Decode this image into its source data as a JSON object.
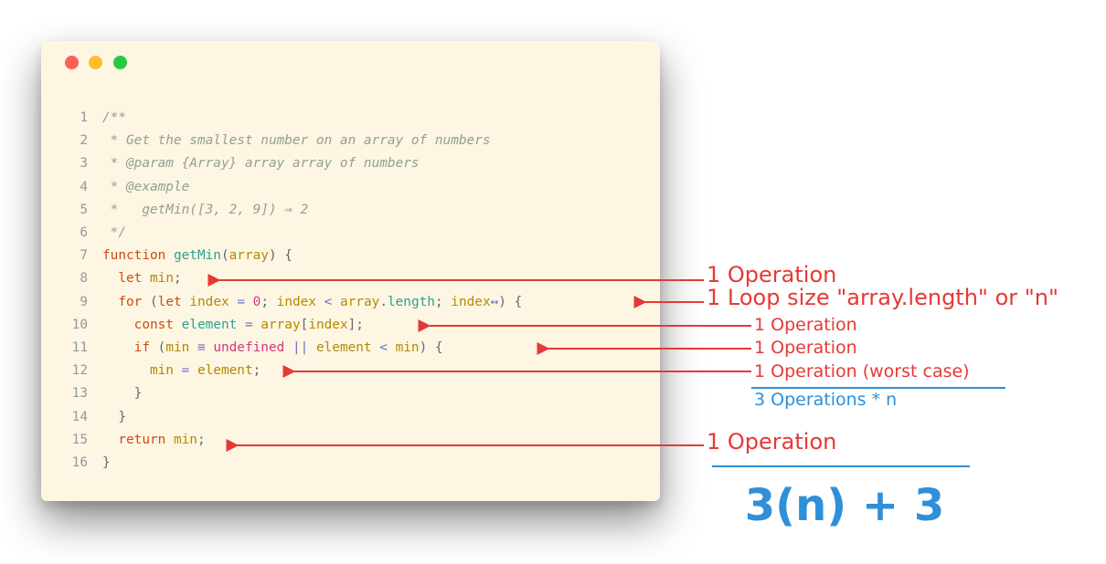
{
  "window_controls": [
    "close",
    "minimize",
    "maximize"
  ],
  "code_lines": [
    {
      "n": "1",
      "segments": [
        {
          "t": "/**",
          "c": "cm"
        }
      ]
    },
    {
      "n": "2",
      "segments": [
        {
          "t": " * Get the smallest number on an array of numbers",
          "c": "cm"
        }
      ]
    },
    {
      "n": "3",
      "segments": [
        {
          "t": " * @param {Array} array array of numbers",
          "c": "cm"
        }
      ]
    },
    {
      "n": "4",
      "segments": [
        {
          "t": " * @example",
          "c": "cm"
        }
      ]
    },
    {
      "n": "5",
      "segments": [
        {
          "t": " *   getMin([3, 2, 9]) ⇒ 2",
          "c": "cm"
        }
      ]
    },
    {
      "n": "6",
      "segments": [
        {
          "t": " */",
          "c": "cm"
        }
      ]
    },
    {
      "n": "7",
      "segments": [
        {
          "t": "function",
          "c": "kw"
        },
        {
          "t": " ",
          "c": "pn"
        },
        {
          "t": "getMin",
          "c": "fn"
        },
        {
          "t": "(",
          "c": "pn"
        },
        {
          "t": "array",
          "c": "vr"
        },
        {
          "t": ") {",
          "c": "pn"
        }
      ]
    },
    {
      "n": "8",
      "segments": [
        {
          "t": "  ",
          "c": "pn"
        },
        {
          "t": "let",
          "c": "kw"
        },
        {
          "t": " ",
          "c": "pn"
        },
        {
          "t": "min",
          "c": "vr"
        },
        {
          "t": ";",
          "c": "pn"
        }
      ]
    },
    {
      "n": "9",
      "segments": [
        {
          "t": "  ",
          "c": "pn"
        },
        {
          "t": "for",
          "c": "kw"
        },
        {
          "t": " (",
          "c": "pn"
        },
        {
          "t": "let",
          "c": "kw"
        },
        {
          "t": " ",
          "c": "pn"
        },
        {
          "t": "index",
          "c": "vr"
        },
        {
          "t": " = ",
          "c": "op"
        },
        {
          "t": "0",
          "c": "num"
        },
        {
          "t": "; ",
          "c": "pn"
        },
        {
          "t": "index",
          "c": "vr"
        },
        {
          "t": " < ",
          "c": "op"
        },
        {
          "t": "array",
          "c": "vr"
        },
        {
          "t": ".",
          "c": "pn"
        },
        {
          "t": "length",
          "c": "fn"
        },
        {
          "t": "; ",
          "c": "pn"
        },
        {
          "t": "index",
          "c": "vr"
        },
        {
          "t": "↔",
          "c": "op"
        },
        {
          "t": ") {",
          "c": "pn"
        }
      ]
    },
    {
      "n": "10",
      "segments": [
        {
          "t": "    ",
          "c": "pn"
        },
        {
          "t": "const",
          "c": "kw"
        },
        {
          "t": " ",
          "c": "pn"
        },
        {
          "t": "element",
          "c": "fn"
        },
        {
          "t": " = ",
          "c": "op"
        },
        {
          "t": "array",
          "c": "vr"
        },
        {
          "t": "[",
          "c": "pn"
        },
        {
          "t": "index",
          "c": "vr"
        },
        {
          "t": "];",
          "c": "pn"
        }
      ]
    },
    {
      "n": "11",
      "segments": [
        {
          "t": "    ",
          "c": "pn"
        },
        {
          "t": "if",
          "c": "kw"
        },
        {
          "t": " (",
          "c": "pn"
        },
        {
          "t": "min",
          "c": "vr"
        },
        {
          "t": " ≡ ",
          "c": "op"
        },
        {
          "t": "undefined",
          "c": "cst"
        },
        {
          "t": " || ",
          "c": "op"
        },
        {
          "t": "element",
          "c": "vr"
        },
        {
          "t": " < ",
          "c": "op"
        },
        {
          "t": "min",
          "c": "vr"
        },
        {
          "t": ") {",
          "c": "pn"
        }
      ]
    },
    {
      "n": "12",
      "segments": [
        {
          "t": "      ",
          "c": "pn"
        },
        {
          "t": "min",
          "c": "vr"
        },
        {
          "t": " = ",
          "c": "op"
        },
        {
          "t": "element",
          "c": "vr"
        },
        {
          "t": ";",
          "c": "pn"
        }
      ]
    },
    {
      "n": "13",
      "segments": [
        {
          "t": "    }",
          "c": "pn"
        }
      ]
    },
    {
      "n": "14",
      "segments": [
        {
          "t": "  }",
          "c": "pn"
        }
      ]
    },
    {
      "n": "15",
      "segments": [
        {
          "t": "  ",
          "c": "pn"
        },
        {
          "t": "return",
          "c": "kw"
        },
        {
          "t": " ",
          "c": "pn"
        },
        {
          "t": "min",
          "c": "vr"
        },
        {
          "t": ";",
          "c": "pn"
        }
      ]
    },
    {
      "n": "16",
      "segments": [
        {
          "t": "}",
          "c": "pn"
        }
      ]
    }
  ],
  "annotations": {
    "line8": "1 Operation",
    "line9": "1 Loop size \"array.length\" or \"n\"",
    "line10": "1 Operation",
    "line11": "1 Operation",
    "line12": "1 Operation (worst case)",
    "loop_subtotal": "3 Operations * n",
    "line15": "1 Operation",
    "total": "3(n) + 3"
  },
  "colors": {
    "annotation": "#e53935",
    "subtotal": "#2f8fd8",
    "card_background": "#fdf6e3"
  }
}
